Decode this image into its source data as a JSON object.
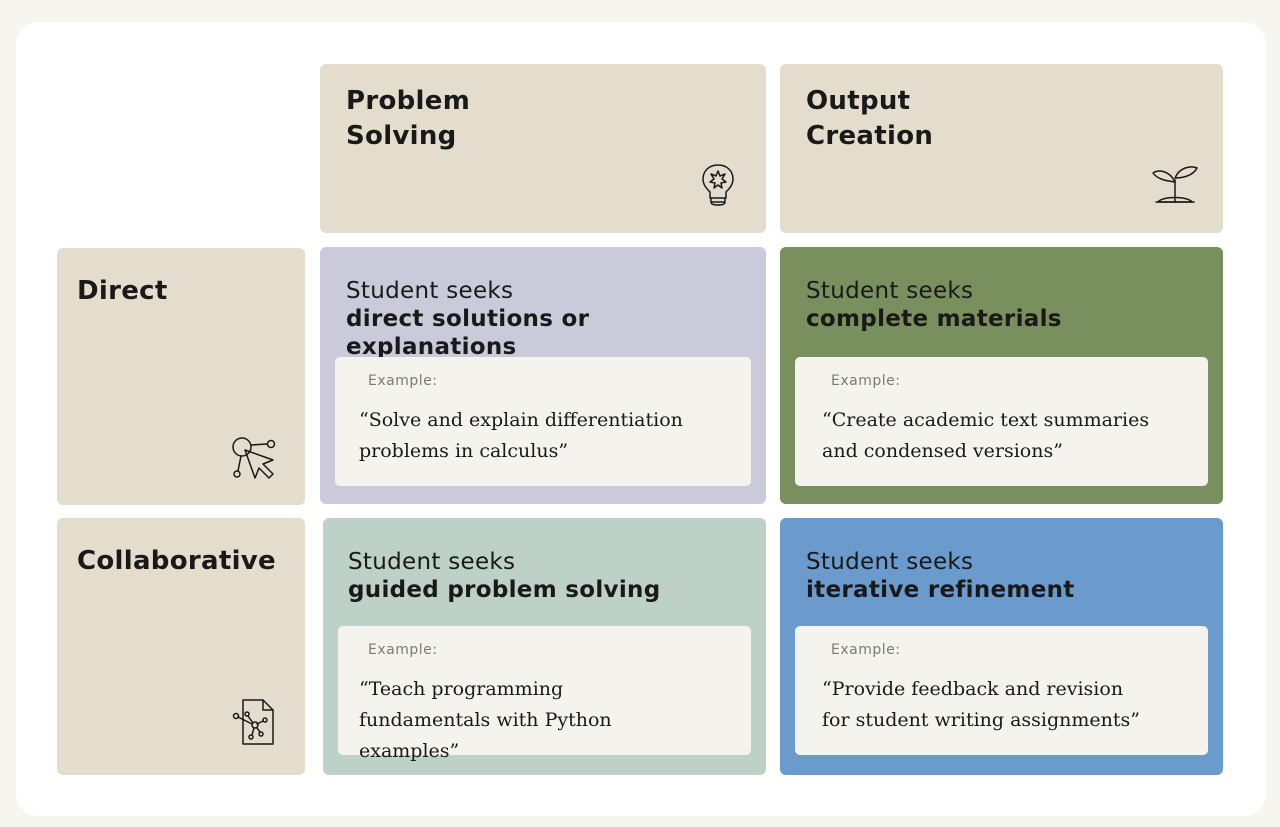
{
  "columns": {
    "problem_solving": {
      "line1": "Problem",
      "line2": "Solving",
      "icon": "lightbulb-icon"
    },
    "output_creation": {
      "line1": "Output",
      "line2": "Creation",
      "icon": "sprout-icon"
    }
  },
  "rows": {
    "direct": {
      "label": "Direct",
      "icon": "cursor-click-icon"
    },
    "collaborative": {
      "label": "Collaborative",
      "icon": "document-network-icon"
    }
  },
  "quadrants": {
    "direct_problem": {
      "line1": "Student seeks",
      "line2": "direct solutions or explanations",
      "example_label": "Example:",
      "example": "“Solve and explain differentiation problems in calculus”"
    },
    "direct_output": {
      "line1": "Student seeks",
      "line2": "complete materials",
      "example_label": "Example:",
      "example": "“Create academic text summaries and condensed versions”"
    },
    "collab_problem": {
      "line1": "Student seeks",
      "line2": "guided problem solving",
      "example_label": "Example:",
      "example": "“Teach programming fundamentals with Python examples”"
    },
    "collab_output": {
      "line1": "Student seeks",
      "line2": "iterative refinement",
      "example_label": "Example:",
      "example": "“Provide feedback and revision for student writing assignments”"
    }
  },
  "colors": {
    "beige": "#e4dccd",
    "lavender": "#cbcadb",
    "green": "#7a8f5e",
    "mint": "#bdd1c9",
    "blue": "#6b9bcd"
  }
}
